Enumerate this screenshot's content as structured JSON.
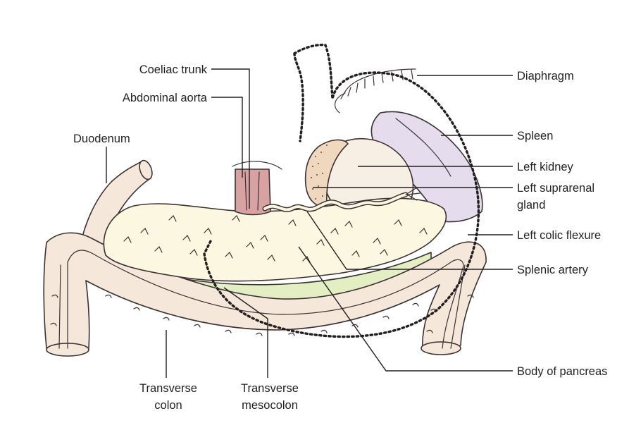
{
  "labels": {
    "coeliac_trunk": "Coeliac trunk",
    "abdominal_aorta": "Abdominal aorta",
    "duodenum": "Duodenum",
    "diaphragm": "Diaphragm",
    "spleen": "Spleen",
    "left_kidney": "Left kidney",
    "left_suprarenal_gland_line1": "Left suprarenal",
    "left_suprarenal_gland_line2": "gland",
    "left_colic_flexure": "Left colic flexure",
    "splenic_artery": "Splenic artery",
    "body_of_pancreas": "Body of pancreas",
    "transverse_colon_line1": "Transverse",
    "transverse_colon_line2": "colon",
    "transverse_mesocolon_line1": "Transverse",
    "transverse_mesocolon_line2": "mesocolon"
  },
  "colors": {
    "colon": "#f5e7d9",
    "pancreas": "#fbf7e1",
    "mesocolon": "#e3efc2",
    "spleen": "#e5dcee",
    "kidney": "#f7efe4",
    "suprarenal": "#efd8bd",
    "aorta": "#d9a2a2",
    "outline": "#3a3233"
  }
}
